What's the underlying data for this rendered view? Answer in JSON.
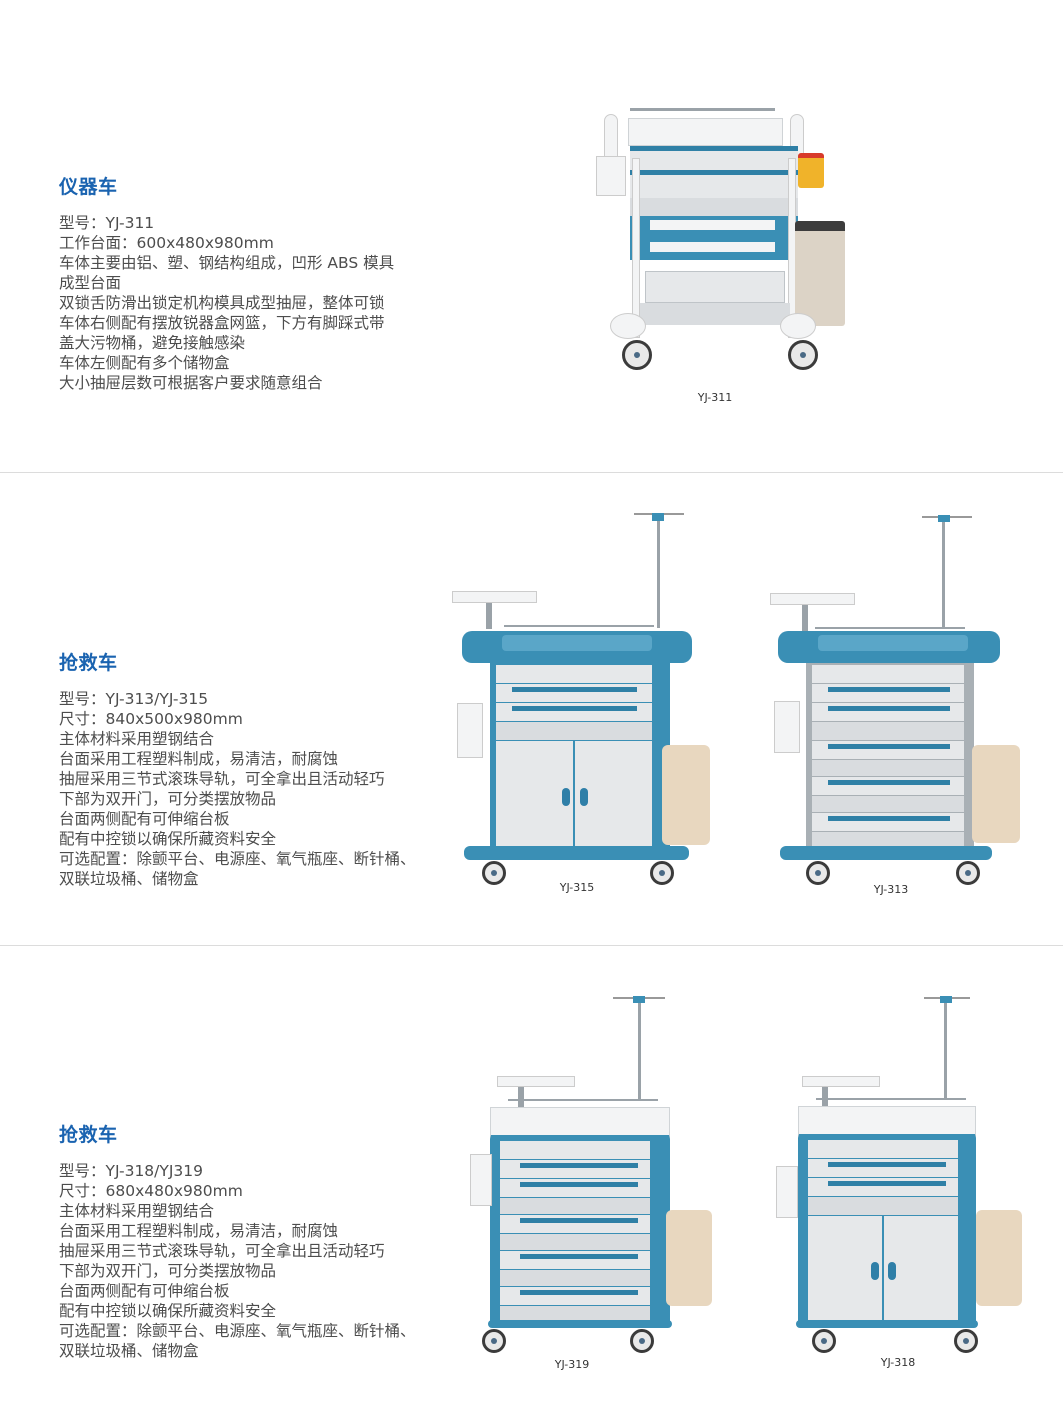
{
  "sections": [
    {
      "title": "仪器车",
      "lines": [
        "型号：YJ-311",
        "工作台面：600x480x980mm",
        "车体主要由铝、塑、钢结构组成，凹形 ABS 模具",
        "成型台面",
        "双锁舌防滑出锁定机构模具成型抽屉，整体可锁",
        "车体右侧配有摆放锐器盒网篮，下方有脚踩式带",
        "盖大污物桶，避免接触感染",
        "车体左侧配有多个储物盒",
        "大小抽屉层数可根据客户要求随意组合"
      ],
      "products": [
        {
          "caption": "YJ-311",
          "image": "instrument-cart-image"
        }
      ]
    },
    {
      "title": "抢救车",
      "lines": [
        "型号：YJ-313/YJ-315",
        "尺寸：840x500x980mm",
        "主体材料采用塑钢结合",
        "台面采用工程塑料制成，易清洁，耐腐蚀",
        "抽屉采用三节式滚珠导轨，可全拿出且活动轻巧",
        "下部为双开门，可分类摆放物品",
        "台面两侧配有可伸缩台板",
        "配有中控锁以确保所藏资料安全",
        "可选配置：除颤平台、电源座、氧气瓶座、断针桶、",
        "双联垃圾桶、储物盒"
      ],
      "products": [
        {
          "caption": "YJ-315",
          "image": "emergency-cart-door-image"
        },
        {
          "caption": "YJ-313",
          "image": "emergency-cart-drawer-image"
        }
      ]
    },
    {
      "title": "抢救车",
      "lines": [
        "型号：YJ-318/YJ319",
        "尺寸：680x480x980mm",
        "主体材料采用塑钢结合",
        "台面采用工程塑料制成，易清洁，耐腐蚀",
        "抽屉采用三节式滚珠导轨，可全拿出且活动轻巧",
        "下部为双开门，可分类摆放物品",
        "台面两侧配有可伸缩台板",
        "配有中控锁以确保所藏资料安全",
        "可选配置：除颤平台、电源座、氧气瓶座、断针桶、",
        "双联垃圾桶、储物盒"
      ],
      "products": [
        {
          "caption": "YJ-319",
          "image": "emergency-cart-drawer-image"
        },
        {
          "caption": "YJ-318",
          "image": "emergency-cart-door-image"
        }
      ]
    }
  ],
  "colors": {
    "title": "#1a63b0",
    "body_text": "#4d4d4d",
    "divider": "#dcdcdc",
    "cart_blue": "#3a8fb5"
  }
}
